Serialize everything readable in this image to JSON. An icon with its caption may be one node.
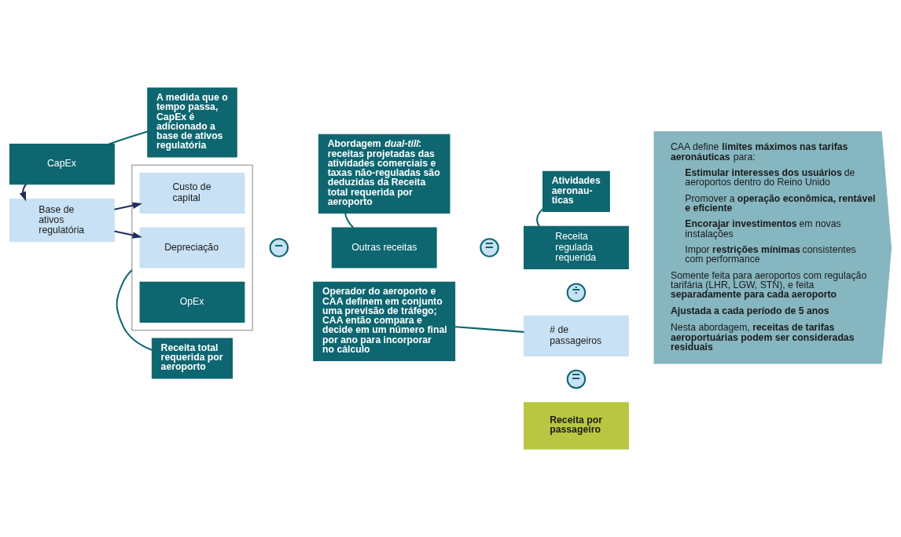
{
  "diagram": {
    "nodes": [
      {
        "text": [
          "CapEx"
        ]
      },
      {
        "text": [
          "A medida que o tempo passa, CapEx é adicionado a base de ativos regulatória"
        ]
      },
      {
        "text": [
          "Base de ativos regulatória"
        ]
      },
      {
        "text": [],
        "shape": "box"
      },
      {
        "text": [
          "Custo de capital"
        ],
        "in": 3
      },
      {
        "text": [
          "Depreciação"
        ],
        "in": 3
      },
      {
        "text": [
          "OpEx"
        ],
        "in": 3
      },
      {
        "text": [
          "Receita total requerida por aeroporto"
        ]
      },
      {
        "text": [
          "−"
        ]
      },
      {
        "text": [
          "Outras receitas"
        ]
      },
      {
        "text": [
          "Abordagem *dual-till*: receitas projetadas das atividades comerciais e taxas não-reguladas são deduzidas da Receita total requerida por aeroporto"
        ]
      },
      {
        "text": [
          "="
        ]
      },
      {
        "text": [
          "Receita regulada requerida"
        ]
      },
      {
        "text": [
          "Atividades aeronau- ticas"
        ]
      },
      {
        "text": [
          "÷"
        ]
      },
      {
        "text": [
          "# de passageiros"
        ]
      },
      {
        "text": [
          "Operador do aeroporto e CAA definem em conjunto uma previsão de tráfego; CAA então compara e decide em um número final por ano para incorporar no cálculo"
        ]
      },
      {
        "text": [
          "="
        ]
      },
      {
        "text": [
          "Receita por passageiro"
        ]
      },
      {
        "text": [
          "CAA define **limites máximos nas tarifas aeronáuticas** para:",
          "**Estimular interesses dos usuários** de aeroportos dentro do Reino Unido",
          "Promover a **operação econômica, rentável e eficiente**",
          "**Encorajar investimentos** em novas instalações",
          "Impor **restrições mínimas** consistentes com performance",
          "Somente feita para aeroportos com regulação tarifária (LHR, LGW, STN), e feita **separadamente para cada aeroporto**",
          "**Ajustada a cada período de 5 anos**",
          "Nesta abordagem, **receitas de tarifas aeroportuárias podem ser consideradas residuais**"
        ]
      }
    ],
    "edges": [
      {
        "from": 0,
        "to": 2,
        "arrow": "to",
        "color": "#1f2d5c"
      },
      {
        "from": 2,
        "to": 4,
        "arrow": "to",
        "color": "#1f2d5c"
      },
      {
        "from": 2,
        "to": 5,
        "arrow": "to",
        "color": "#1f2d5c"
      },
      {
        "from": 1,
        "to": 0,
        "arrow": "none"
      },
      {
        "from": 7,
        "to": 3,
        "arrow": "none"
      },
      {
        "from": 10,
        "to": 9,
        "arrow": "none"
      },
      {
        "from": 13,
        "to": 12,
        "arrow": "none"
      },
      {
        "from": 16,
        "to": 15,
        "arrow": "none"
      }
    ]
  }
}
